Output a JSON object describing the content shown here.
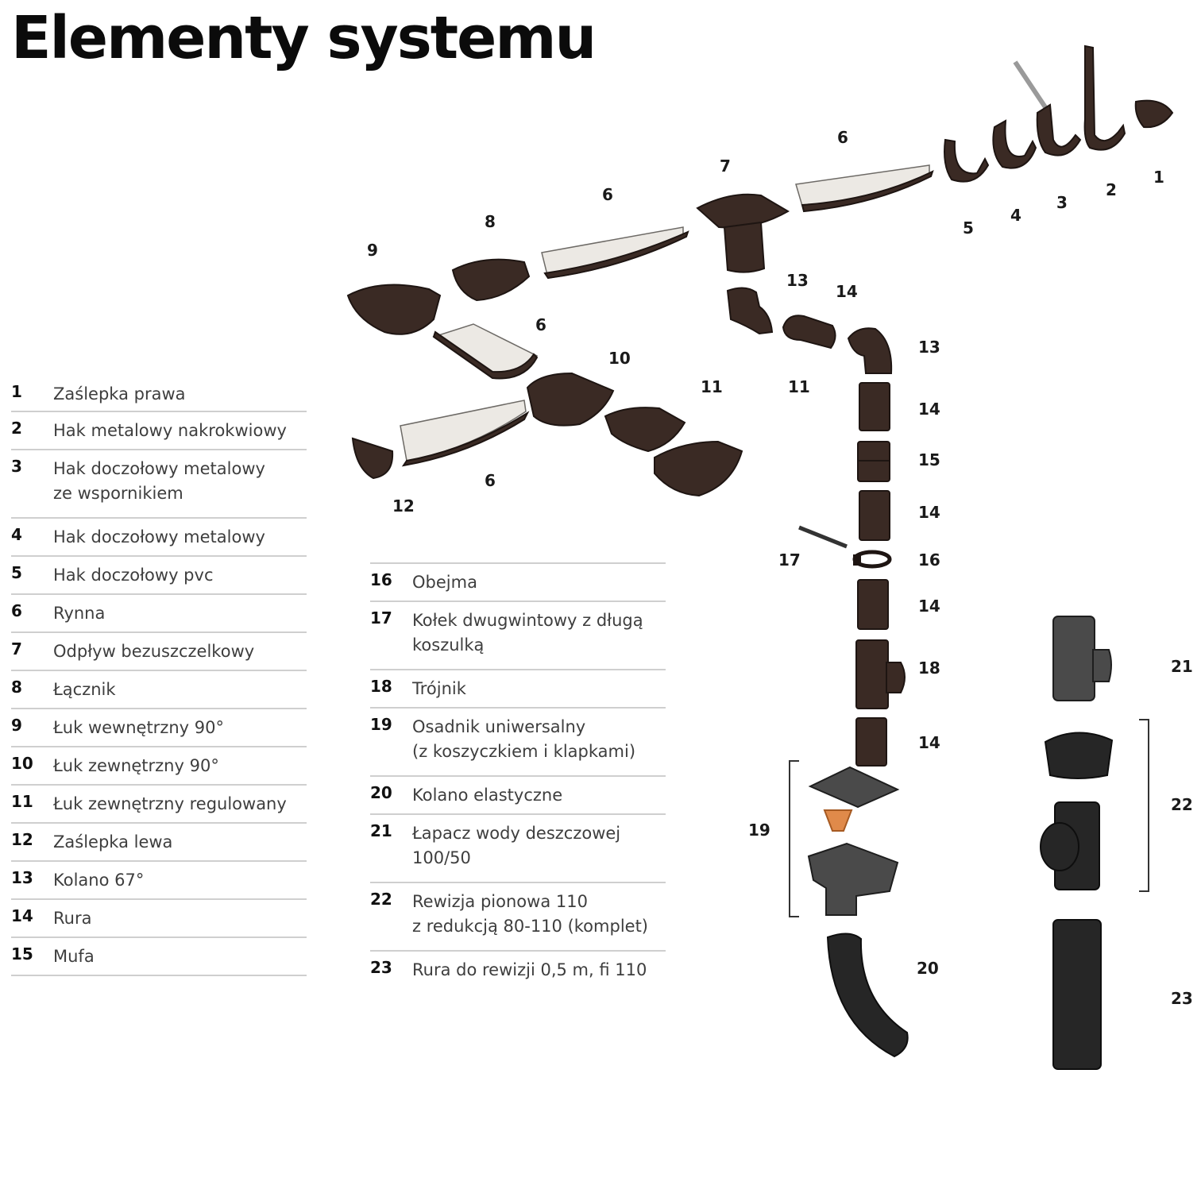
{
  "title": "Elementy systemu",
  "legend_left": [
    {
      "num": "1",
      "text": "Zaślepka prawa"
    },
    {
      "num": "2",
      "text": "Hak metalowy nakrokwiowy"
    },
    {
      "num": "3",
      "text": "Hak doczołowy metalowy\nze wspornikiem"
    },
    {
      "num": "4",
      "text": "Hak doczołowy metalowy"
    },
    {
      "num": "5",
      "text": "Hak doczołowy pvc"
    },
    {
      "num": "6",
      "text": "Rynna"
    },
    {
      "num": "7",
      "text": "Odpływ bezuszczelkowy"
    },
    {
      "num": "8",
      "text": "Łącznik"
    },
    {
      "num": "9",
      "text": "Łuk wewnętrzny 90°"
    },
    {
      "num": "10",
      "text": "Łuk zewnętrzny 90°"
    },
    {
      "num": "11",
      "text": "Łuk zewnętrzny regulowany"
    },
    {
      "num": "12",
      "text": "Zaślepka lewa"
    },
    {
      "num": "13",
      "text": "Kolano 67°"
    },
    {
      "num": "14",
      "text": "Rura"
    },
    {
      "num": "15",
      "text": "Mufa"
    }
  ],
  "legend_right": [
    {
      "num": "16",
      "text": "Obejma"
    },
    {
      "num": "17",
      "text": "Kołek dwugwintowy z długą\nkoszulką"
    },
    {
      "num": "18",
      "text": "Trójnik"
    },
    {
      "num": "19",
      "text": "Osadnik uniwersalny\n(z koszyczkiem i klapkami)"
    },
    {
      "num": "20",
      "text": "Kolano elastyczne"
    },
    {
      "num": "21",
      "text": "Łapacz wody deszczowej\n100/50"
    },
    {
      "num": "22",
      "text": "Rewizja pionowa 110\nz redukcją 80-110 (komplet)"
    },
    {
      "num": "23",
      "text": "Rura do rewizji 0,5 m, fi 110"
    }
  ],
  "callouts": {
    "c1": "1",
    "c2": "2",
    "c3": "3",
    "c4": "4",
    "c5": "5",
    "c6a": "6",
    "c6b": "6",
    "c6c": "6",
    "c6d": "6",
    "c7": "7",
    "c8": "8",
    "c9": "9",
    "c10": "10",
    "c11a": "11",
    "c11b": "11",
    "c12": "12",
    "c13a": "13",
    "c13b": "13",
    "c14a": "14",
    "c14b": "14",
    "c14c": "14",
    "c14d": "14",
    "c14e": "14",
    "c15": "15",
    "c16": "16",
    "c17": "17",
    "c18": "18",
    "c19": "19",
    "c20": "20",
    "c21": "21",
    "c22": "22",
    "c23": "23"
  },
  "colors": {
    "gutter_brown": "#3a2a24",
    "black_pvc": "#262626",
    "basket_orange": "#e08a4a"
  }
}
